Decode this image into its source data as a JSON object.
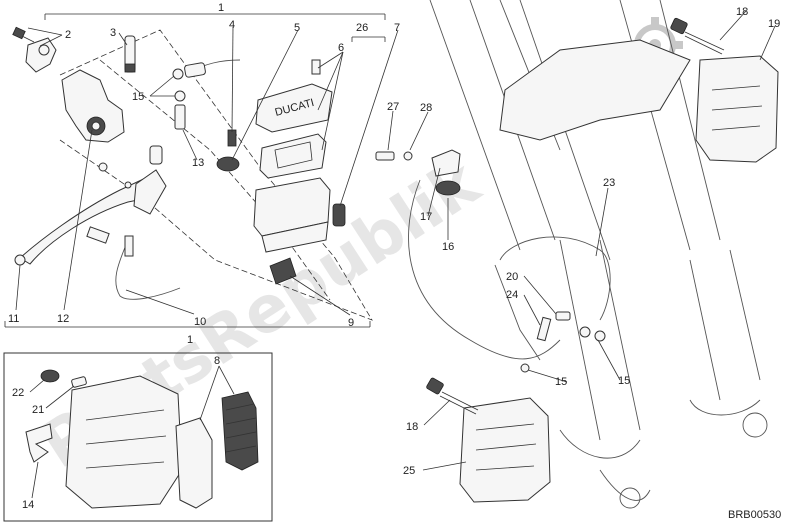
{
  "callouts": [
    {
      "id": "c1t",
      "text": "1"
    },
    {
      "id": "c2",
      "text": "2"
    },
    {
      "id": "c3",
      "text": "3"
    },
    {
      "id": "c4",
      "text": "4"
    },
    {
      "id": "c5",
      "text": "5"
    },
    {
      "id": "c26",
      "text": "26"
    },
    {
      "id": "c6",
      "text": "6"
    },
    {
      "id": "c7",
      "text": "7"
    },
    {
      "id": "c15a",
      "text": "15"
    },
    {
      "id": "c13",
      "text": "13"
    },
    {
      "id": "c11",
      "text": "11"
    },
    {
      "id": "c12",
      "text": "12"
    },
    {
      "id": "c10",
      "text": "10"
    },
    {
      "id": "c9",
      "text": "9"
    },
    {
      "id": "c1b",
      "text": "1"
    },
    {
      "id": "c27",
      "text": "27"
    },
    {
      "id": "c28",
      "text": "28"
    },
    {
      "id": "c17",
      "text": "17"
    },
    {
      "id": "c16",
      "text": "16"
    },
    {
      "id": "c23",
      "text": "23"
    },
    {
      "id": "c20",
      "text": "20"
    },
    {
      "id": "c24",
      "text": "24"
    },
    {
      "id": "c15b",
      "text": "15"
    },
    {
      "id": "c15c",
      "text": "15"
    },
    {
      "id": "c18a",
      "text": "18"
    },
    {
      "id": "c19",
      "text": "19"
    },
    {
      "id": "c18b",
      "text": "18"
    },
    {
      "id": "c25",
      "text": "25"
    },
    {
      "id": "c22",
      "text": "22"
    },
    {
      "id": "c21",
      "text": "21"
    },
    {
      "id": "c8",
      "text": "8"
    },
    {
      "id": "c14",
      "text": "14"
    }
  ],
  "reservoir_logo": "DUCATI",
  "drawing_code": "BRB00530",
  "watermark": "PartsRepublik"
}
